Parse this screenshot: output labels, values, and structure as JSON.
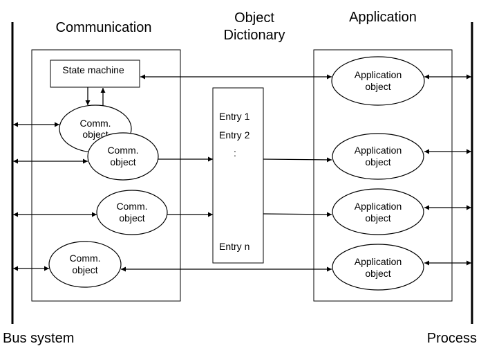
{
  "headings": {
    "communication": "Communication",
    "object_dictionary_line1": "Object",
    "object_dictionary_line2": "Dictionary",
    "application": "Application",
    "bus_system": "Bus system",
    "process": "Process"
  },
  "state_machine": "State machine",
  "comm_object": {
    "line1": "Comm.",
    "line2": "object"
  },
  "application_object": {
    "line1": "Application",
    "line2": "object"
  },
  "dictionary_entries": {
    "entry1": "Entry 1",
    "entry2": "Entry 2",
    "ellipsis": ":",
    "entryn": "Entry n"
  }
}
